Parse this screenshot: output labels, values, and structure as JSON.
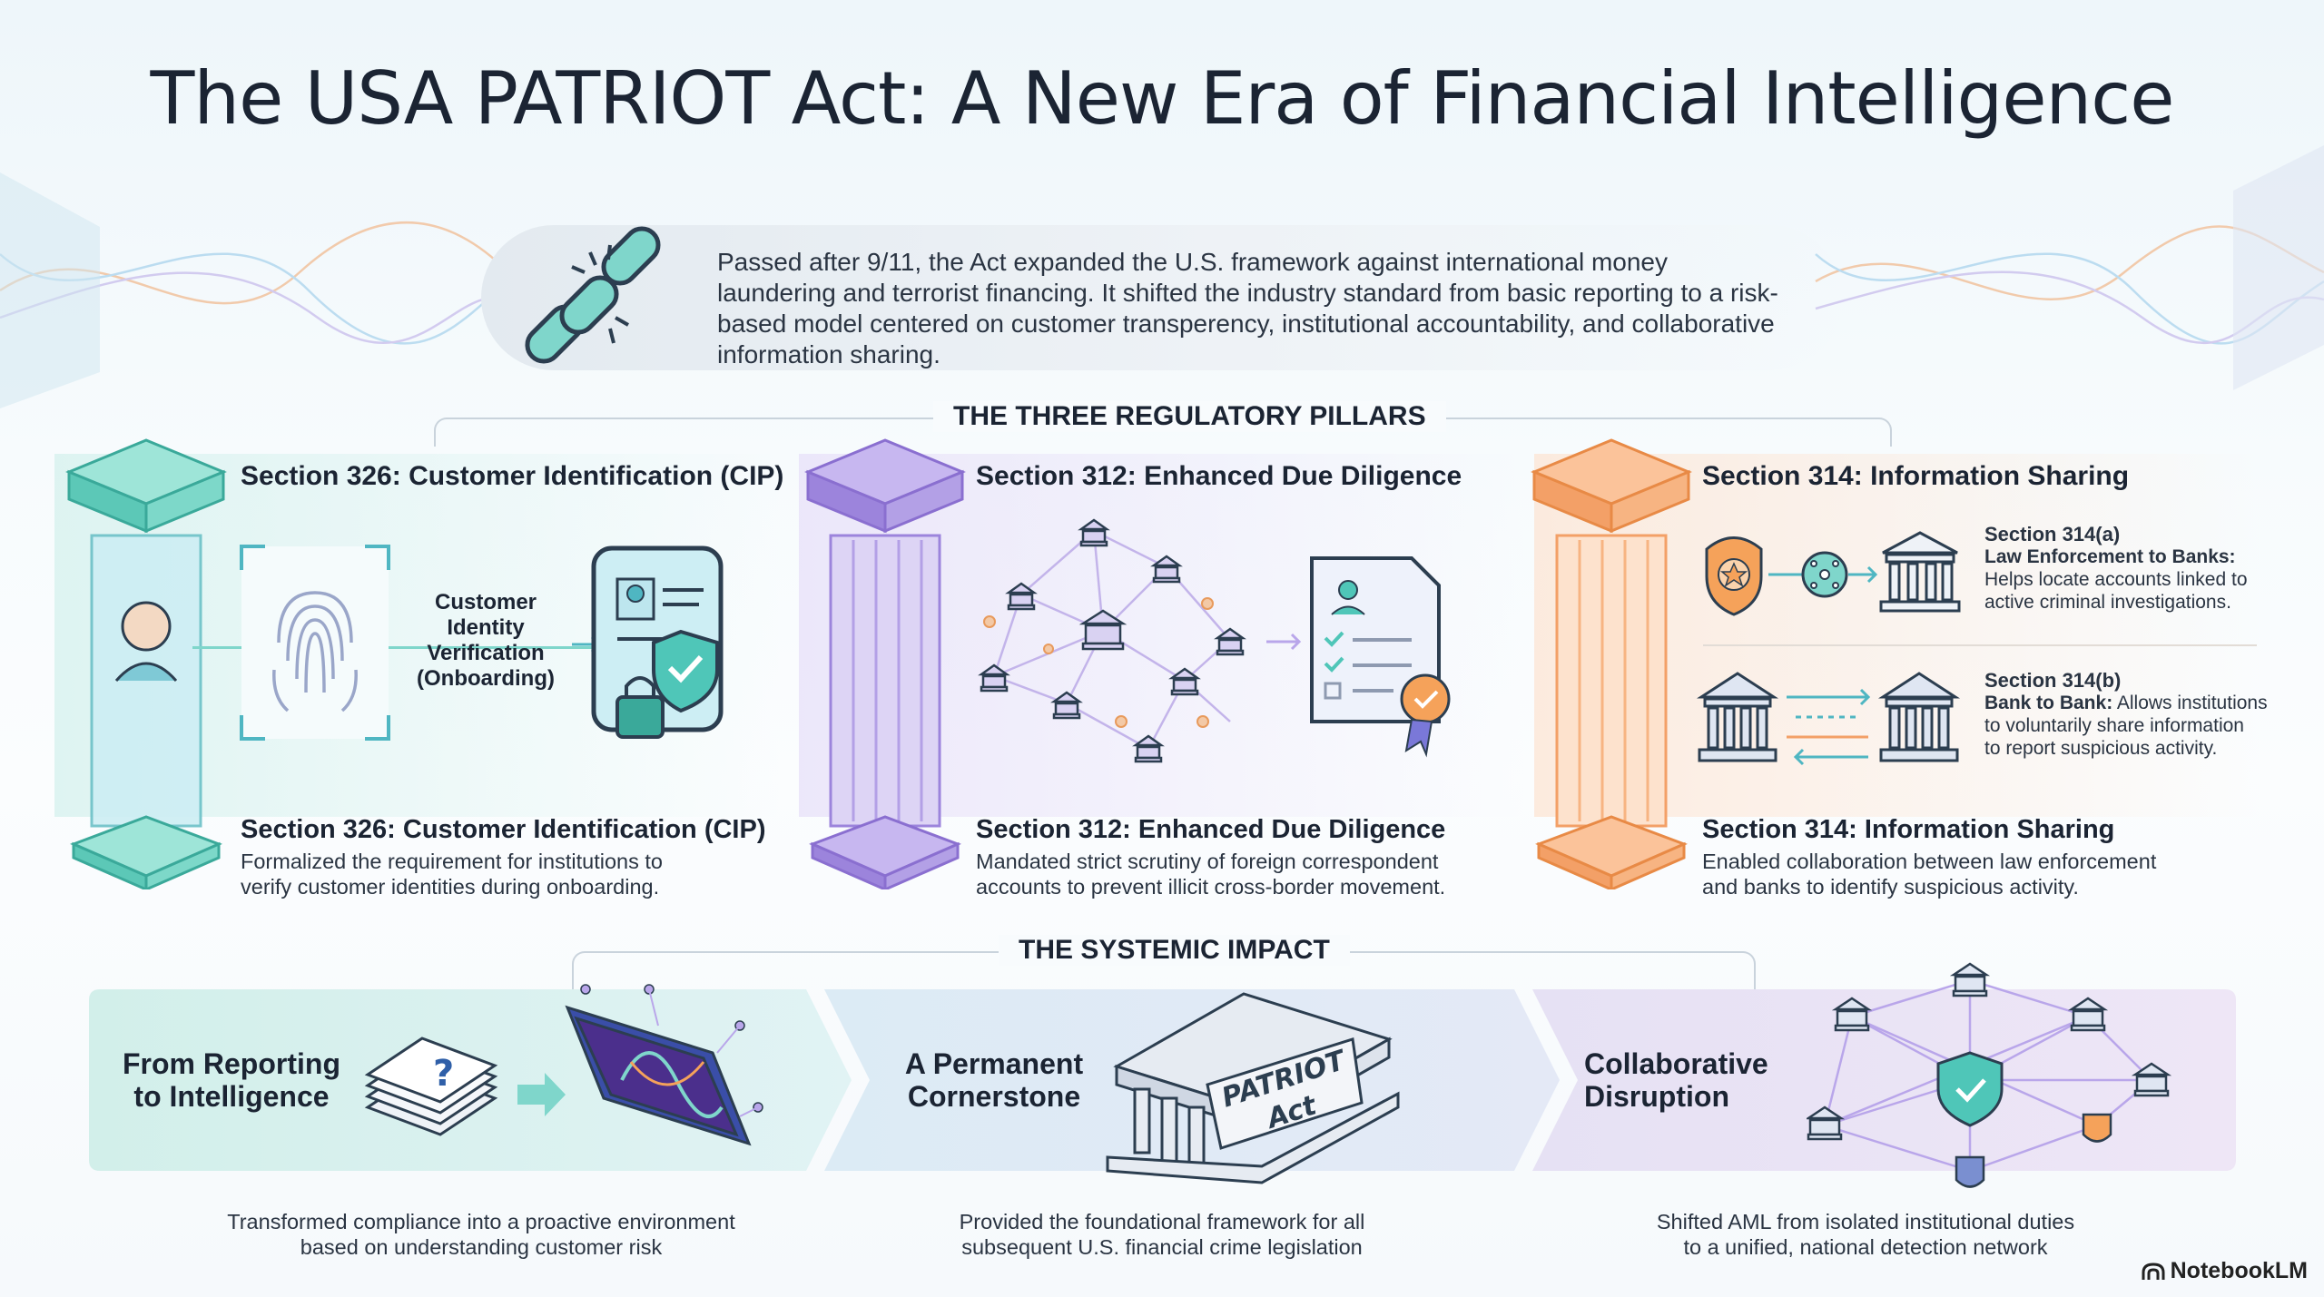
{
  "title": "The USA PATRIOT Act: A New Era of Financial Intelligence",
  "intro": "Passed after 9/11, the Act expanded the U.S. framework against international money laundering and terrorist financing. It shifted the industry standard from basic reporting to a risk-based model centered on customer transperency, institutional accountability, and collaborative information sharing.",
  "pillars_heading": "THE THREE REGULATORY PILLARS",
  "pillars": [
    {
      "title": "Section 326: Customer Identification (CIP)",
      "center_label_lines": [
        "Customer",
        "Identity",
        "Verification",
        "(Onboarding)"
      ],
      "desc_title": "Section 326: Customer Identification (CIP)",
      "desc_lines": [
        "Formalized the requirement for institutions to",
        "verify customer identities during onboarding."
      ],
      "color": "#5fd0c0"
    },
    {
      "title": "Section 312: Enhanced Due Diligence",
      "desc_title": "Section 312: Enhanced Due Diligence",
      "desc_lines": [
        "Mandated strict scrutiny of foreign correspondent",
        "accounts to prevent illicit cross-border movement."
      ],
      "color": "#a48be0"
    },
    {
      "title": "Section 314: Information Sharing",
      "sub_a_title": "Section 314(a)",
      "sub_a_bold": "Law Enforcement to Banks:",
      "sub_a_lines": [
        "Helps locate accounts linked to",
        "active criminal investigations."
      ],
      "sub_b_title": "Section 314(b)",
      "sub_b_bold": "Bank to Bank:",
      "sub_b_rest": " Allows institutions",
      "sub_b_lines": [
        "to voluntarily share information",
        "to report suspicious activity."
      ],
      "desc_title": "Section 314: Information Sharing",
      "desc_lines": [
        "Enabled collaboration between law enforcement",
        "and banks to identify suspicious activity."
      ],
      "color": "#f5a86a"
    }
  ],
  "impact_heading": "THE SYSTEMIC IMPACT",
  "impacts": [
    {
      "title_lines": [
        "From Reporting",
        "to Intelligence"
      ],
      "desc_lines": [
        "Transformed compliance into a proactive environment",
        "based on understanding customer risk"
      ]
    },
    {
      "title_lines": [
        "A Permanent",
        "Cornerstone"
      ],
      "building_text_lines": [
        "PATRIOT",
        "Act"
      ],
      "desc_lines": [
        "Provided the foundational framework for all",
        "subsequent U.S. financial crime legislation"
      ]
    },
    {
      "title_lines": [
        "Collaborative",
        "Disruption"
      ],
      "desc_lines": [
        "Shifted AML from isolated institutional duties",
        "to a unified, national detection network"
      ]
    }
  ],
  "brand": "NotebookLM"
}
